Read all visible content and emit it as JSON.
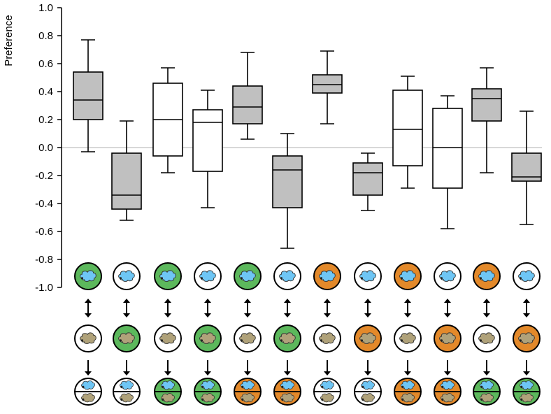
{
  "chart_data": {
    "type": "box",
    "title": "",
    "ylabel": "Preference",
    "xlabel": "",
    "ylim": [
      -1.0,
      1.0
    ],
    "yticks": [
      1.0,
      0.8,
      0.6,
      0.4,
      0.2,
      0.0,
      -0.2,
      -0.4,
      -0.6,
      -0.8,
      -1.0
    ],
    "ytick_labels": [
      "1.0",
      "0.8",
      "0.6",
      "0.4",
      "0.2",
      "0.0",
      "-0.2",
      "-0.4",
      "-0.6",
      "-0.8",
      "-1.0"
    ],
    "reference_line": 0.0,
    "boxes": [
      {
        "min": -0.03,
        "q1": 0.2,
        "median": 0.34,
        "q3": 0.54,
        "max": 0.77,
        "fill": "gray"
      },
      {
        "min": -0.52,
        "q1": -0.44,
        "median": -0.34,
        "q3": -0.04,
        "max": 0.19,
        "fill": "gray"
      },
      {
        "min": -0.18,
        "q1": -0.06,
        "median": 0.2,
        "q3": 0.46,
        "max": 0.57,
        "fill": "white"
      },
      {
        "min": -0.43,
        "q1": -0.17,
        "median": 0.18,
        "q3": 0.27,
        "max": 0.41,
        "fill": "white"
      },
      {
        "min": 0.06,
        "q1": 0.17,
        "median": 0.29,
        "q3": 0.44,
        "max": 0.68,
        "fill": "gray"
      },
      {
        "min": -0.72,
        "q1": -0.43,
        "median": -0.16,
        "q3": -0.06,
        "max": 0.1,
        "fill": "gray"
      },
      {
        "min": 0.17,
        "q1": 0.39,
        "median": 0.45,
        "q3": 0.52,
        "max": 0.69,
        "fill": "gray"
      },
      {
        "min": -0.45,
        "q1": -0.34,
        "median": -0.18,
        "q3": -0.11,
        "max": -0.04,
        "fill": "gray"
      },
      {
        "min": -0.29,
        "q1": -0.13,
        "median": 0.13,
        "q3": 0.41,
        "max": 0.51,
        "fill": "white"
      },
      {
        "min": -0.58,
        "q1": -0.29,
        "median": 0.0,
        "q3": 0.28,
        "max": 0.37,
        "fill": "white"
      },
      {
        "min": -0.18,
        "q1": 0.19,
        "median": 0.35,
        "q3": 0.42,
        "max": 0.57,
        "fill": "gray"
      },
      {
        "min": -0.55,
        "q1": -0.24,
        "median": -0.21,
        "q3": -0.04,
        "max": 0.26,
        "fill": "gray"
      }
    ],
    "conditions": [
      {
        "top": "green",
        "middle": "white",
        "bottom": "white"
      },
      {
        "top": "white",
        "middle": "green",
        "bottom": "white"
      },
      {
        "top": "green",
        "middle": "white",
        "bottom": "green"
      },
      {
        "top": "white",
        "middle": "green",
        "bottom": "green"
      },
      {
        "top": "green",
        "middle": "white",
        "bottom": "orange"
      },
      {
        "top": "white",
        "middle": "green",
        "bottom": "orange"
      },
      {
        "top": "orange",
        "middle": "white",
        "bottom": "white"
      },
      {
        "top": "white",
        "middle": "orange",
        "bottom": "white"
      },
      {
        "top": "orange",
        "middle": "white",
        "bottom": "orange"
      },
      {
        "top": "white",
        "middle": "orange",
        "bottom": "orange"
      },
      {
        "top": "orange",
        "middle": "white",
        "bottom": "green"
      },
      {
        "top": "white",
        "middle": "orange",
        "bottom": "green"
      }
    ]
  },
  "colors": {
    "gray_box": "#c0c0c0",
    "white_box": "#ffffff",
    "green": "#5cb85c",
    "orange": "#e3892a",
    "white": "#ffffff",
    "blue_shape": "#6ec6f5",
    "brown_shape": "#b0a27a",
    "zero_line": "#cccccc"
  }
}
